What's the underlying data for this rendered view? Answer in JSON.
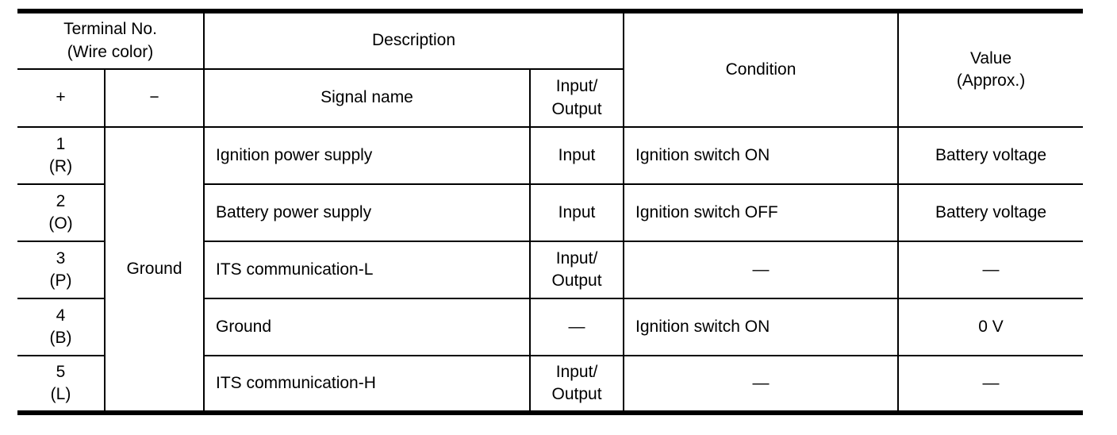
{
  "colors": {
    "background": "#ffffff",
    "line": "#000000",
    "text": "#000000"
  },
  "table": {
    "headers": {
      "terminal": "Terminal No.\n(Wire color)",
      "plus": "+",
      "minus": "−",
      "description": "Description",
      "signal_name": "Signal name",
      "input_output": "Input/\nOutput",
      "condition": "Condition",
      "value": "Value\n(Approx.)"
    },
    "ground_label": "Ground",
    "dash": "—",
    "rows": [
      {
        "terminal": "1\n(R)",
        "signal": "Ignition power supply",
        "io": "Input",
        "condition": "Ignition switch ON",
        "value": "Battery voltage"
      },
      {
        "terminal": "2\n(O)",
        "signal": "Battery power supply",
        "io": "Input",
        "condition": "Ignition switch OFF",
        "value": "Battery voltage"
      },
      {
        "terminal": "3\n(P)",
        "signal": "ITS communication-L",
        "io": "Input/\nOutput",
        "condition": "—",
        "value": "—"
      },
      {
        "terminal": "4\n(B)",
        "signal": "Ground",
        "io": "—",
        "condition": "Ignition switch ON",
        "value": "0 V"
      },
      {
        "terminal": "5\n(L)",
        "signal": "ITS communication-H",
        "io": "Input/\nOutput",
        "condition": "—",
        "value": "—"
      }
    ]
  }
}
